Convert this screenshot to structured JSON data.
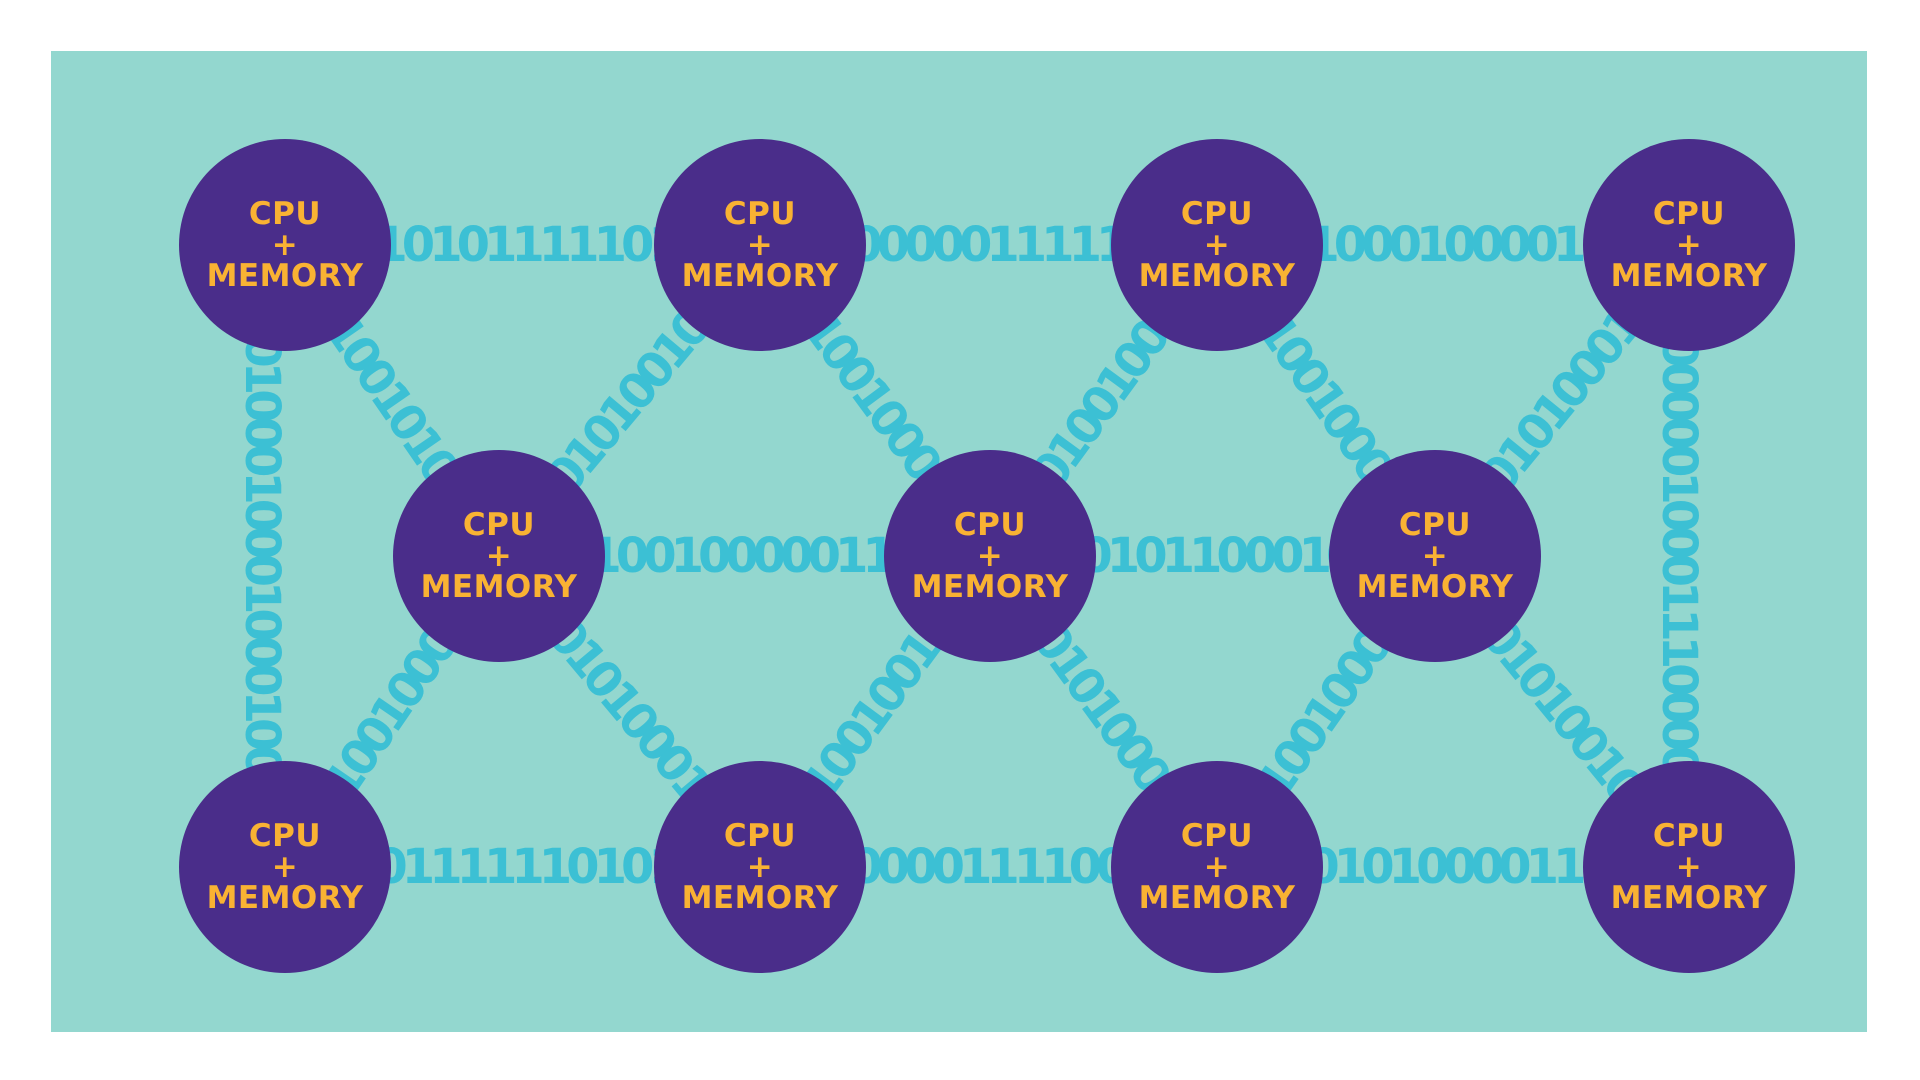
{
  "colors": {
    "page_background": "#ffffff",
    "panel_background": "#93d7cf",
    "binary_text": "#3cc0d4",
    "node_fill": "#4a2d8a",
    "node_text": "#f9b233"
  },
  "node_label": {
    "line1": "CPU",
    "line2": "+",
    "line3": "MEMORY"
  },
  "nodes": [
    {
      "id": "t1"
    },
    {
      "id": "t2"
    },
    {
      "id": "t3"
    },
    {
      "id": "t4"
    },
    {
      "id": "m1"
    },
    {
      "id": "m2"
    },
    {
      "id": "m3"
    },
    {
      "id": "b1"
    },
    {
      "id": "b2"
    },
    {
      "id": "b3"
    },
    {
      "id": "b4"
    }
  ],
  "edges": [
    {
      "from": "t1",
      "to": "t2",
      "bits": "100100101011111010101001010010"
    },
    {
      "from": "t2",
      "to": "t3",
      "bits": "100101000001111100010010010100"
    },
    {
      "from": "t3",
      "to": "t4",
      "bits": "010010100010000111000010010010"
    },
    {
      "from": "m1",
      "to": "m2",
      "bits": "010010100100000111100010010010"
    },
    {
      "from": "m2",
      "to": "m3",
      "bits": "010010010110001000110010010010"
    },
    {
      "from": "b1",
      "to": "b2",
      "bits": "100101011111101010100100100101"
    },
    {
      "from": "b2",
      "to": "b3",
      "bits": "100101000011110001010010010010"
    },
    {
      "from": "b3",
      "to": "b4",
      "bits": "010010010100001110000001001010"
    },
    {
      "from": "t1",
      "to": "b1",
      "bits": "011100010001000100010001001000100100"
    },
    {
      "from": "t4",
      "to": "b4",
      "bits": "010010000001000111000011001001001010"
    },
    {
      "from": "t1",
      "to": "m1",
      "bits": "10010010010101000100100100"
    },
    {
      "from": "t2",
      "to": "m1",
      "bits": "01001001010010010010010010"
    },
    {
      "from": "t2",
      "to": "m2",
      "bits": "10010010010001100100100100"
    },
    {
      "from": "t3",
      "to": "m2",
      "bits": "01001001001001010010010010"
    },
    {
      "from": "t3",
      "to": "m3",
      "bits": "10010010010001010010010010"
    },
    {
      "from": "t4",
      "to": "m3",
      "bits": "01001001010001000010010010"
    },
    {
      "from": "m1",
      "to": "b1",
      "bits": "10010010010001000100100100"
    },
    {
      "from": "m1",
      "to": "b2",
      "bits": "01001001010001000010010010"
    },
    {
      "from": "m2",
      "to": "b2",
      "bits": "10010010010011000100100100"
    },
    {
      "from": "m2",
      "to": "b3",
      "bits": "01001001010001100010010010"
    },
    {
      "from": "m3",
      "to": "b3",
      "bits": "10010010010001000100100100"
    },
    {
      "from": "m3",
      "to": "b4",
      "bits": "01001001010010100010010010"
    }
  ]
}
